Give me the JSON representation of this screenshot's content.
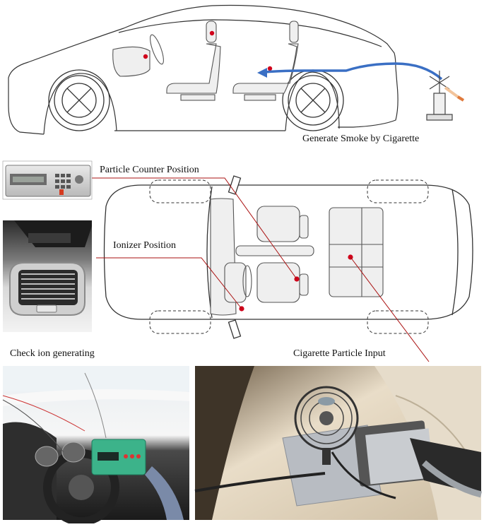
{
  "labels": {
    "generate_smoke": "Generate Smoke by Cigarette",
    "particle_counter_position": "Particle Counter Position",
    "ionizer_position": "Ionizer Position",
    "check_ion_generating": "Check ion generating",
    "cigarette_particle_input": "Cigarette Particle Input"
  },
  "colors": {
    "outline": "#333333",
    "marker": "#d0021b",
    "smoke_arrow": "#3a6fc4",
    "seat_fill": "#efefef"
  }
}
